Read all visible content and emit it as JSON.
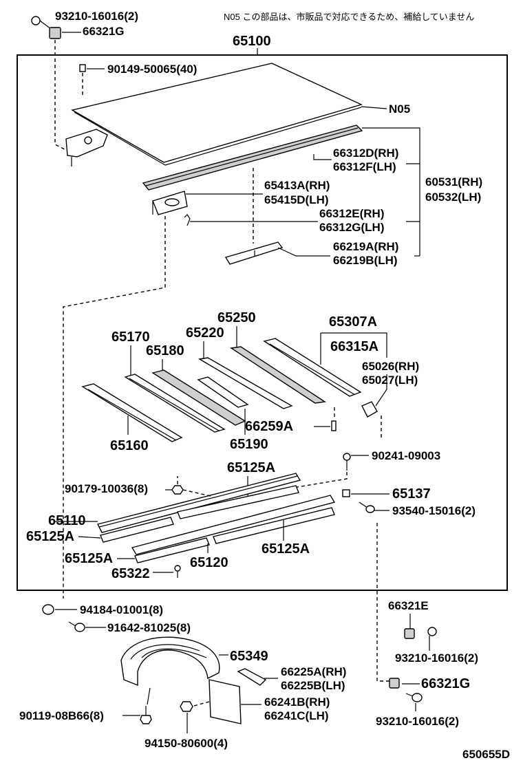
{
  "note": "N05 この部品は、市販品で対応できるため、補給していません",
  "assembly_number": "65100",
  "diagram_code": "650655D",
  "labels": {
    "l93210_top": "93210-16016(2)",
    "l66321G_top": "66321G",
    "l90149": "90149-50065(40)",
    "lN05": "N05",
    "l66312D": "66312D(RH)",
    "l66312F": "66312F(LH)",
    "l60531": "60531(RH)",
    "l60532": "60532(LH)",
    "l65413A": "65413A(RH)",
    "l65415D": "65415D(LH)",
    "l66312E": "66312E(RH)",
    "l66312G": "66312G(LH)",
    "l66219A": "66219A(RH)",
    "l66219B": "66219B(LH)",
    "l65250": "65250",
    "l65307A": "65307A",
    "l65170": "65170",
    "l65220": "65220",
    "l66315A": "66315A",
    "l65180": "65180",
    "l65026": "65026(RH)",
    "l65027": "65027(LH)",
    "l66259A": "66259A",
    "l65160": "65160",
    "l65190": "65190",
    "l90241": "90241-09003",
    "l65125A_top": "65125A",
    "l90179": "90179-10036(8)",
    "l65137": "65137",
    "l93540": "93540-15016(2)",
    "l65110": "65110",
    "l65125A_left1": "65125A",
    "l65125A_left2": "65125A",
    "l65125A_right": "65125A",
    "l65120": "65120",
    "l65322": "65322",
    "l94184": "94184-01001(8)",
    "l66321E": "66321E",
    "l91642": "91642-81025(8)",
    "l93210_mid": "93210-16016(2)",
    "l65349": "65349",
    "l66225A": "66225A(RH)",
    "l66225B": "66225B(LH)",
    "l66321G_bot": "66321G",
    "l90119": "90119-08B66(8)",
    "l66241B": "66241B(RH)",
    "l66241C": "66241C(LH)",
    "l94150": "94150-80600(4)",
    "l93210_bot": "93210-16016(2)"
  }
}
